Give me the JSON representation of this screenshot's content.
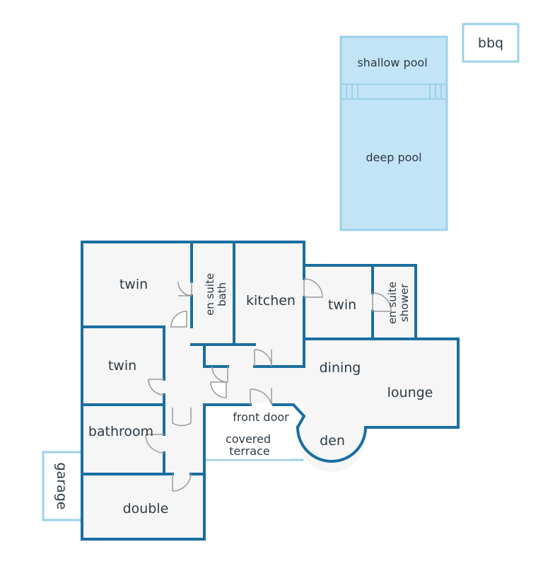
{
  "colors": {
    "wall": "#1a6ea0",
    "outdoor": "#9dd0e8",
    "pool_fill": "#c2e4f6",
    "floor": "#f6f6f6",
    "label": "#2e3a44",
    "door": "#9a9a9a"
  },
  "labels": {
    "bbq": "bbq",
    "shallow_pool": "shallow pool",
    "deep_pool": "deep pool",
    "twin_top": "twin",
    "ensuite_bath_line1": "en suite",
    "ensuite_bath_line2": "bath",
    "kitchen": "kitchen",
    "twin_right": "twin",
    "ensuite_shower_line1": "en suite",
    "ensuite_shower_line2": "shower",
    "twin_left": "twin",
    "dining": "dining",
    "lounge": "lounge",
    "front_door": "front door",
    "bathroom": "bathroom",
    "den": "den",
    "covered_terrace_line1": "covered",
    "covered_terrace_line2": "terrace",
    "garage": "garage",
    "double": "double"
  }
}
